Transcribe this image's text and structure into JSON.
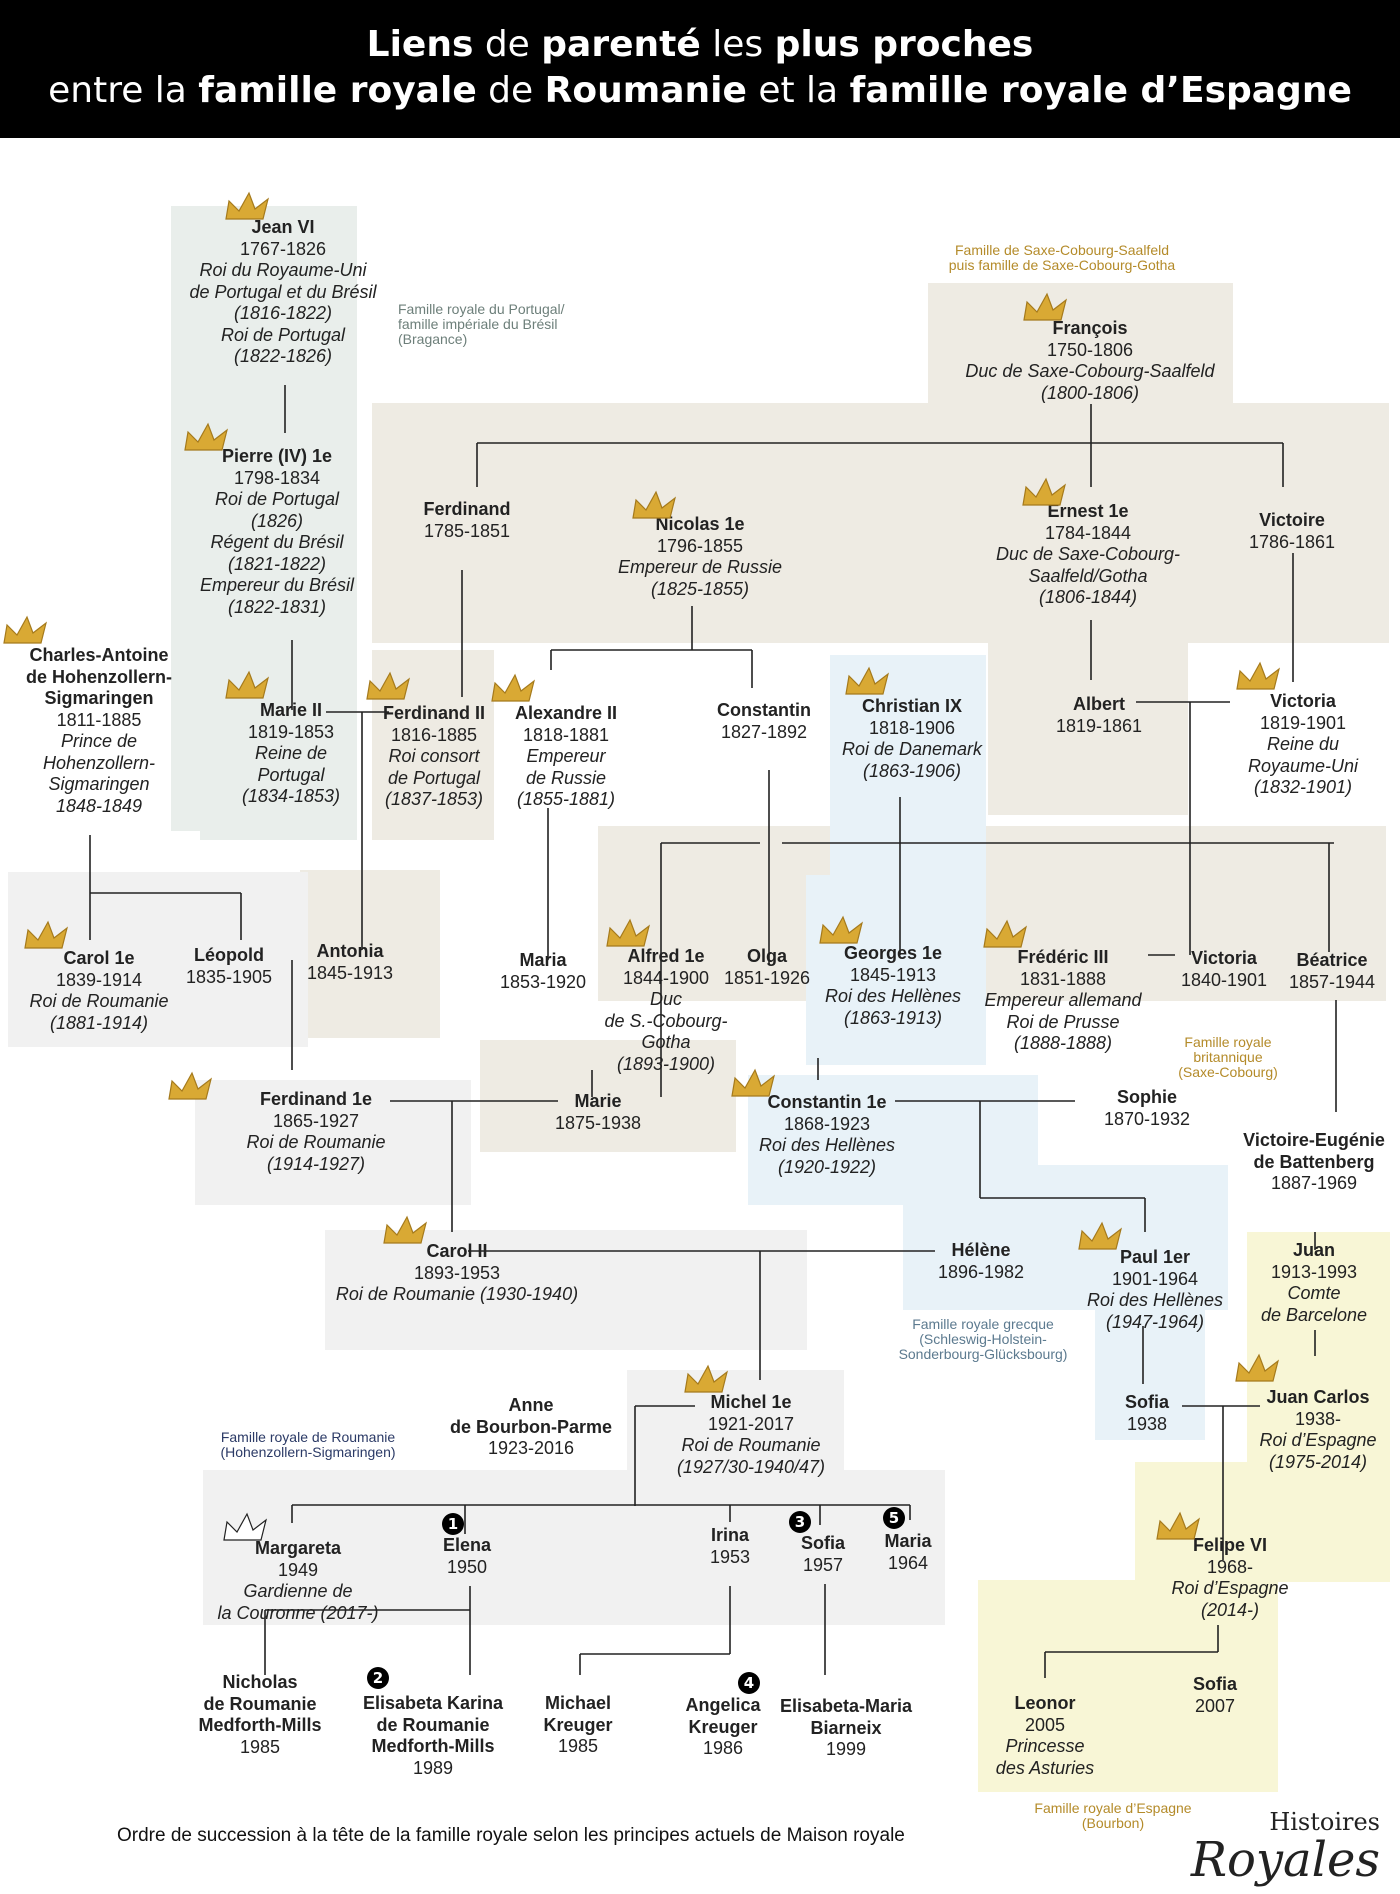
{
  "header": {
    "line1": [
      [
        "Liens",
        "b"
      ],
      [
        " de ",
        ""
      ],
      [
        "parenté",
        "b"
      ],
      [
        " les ",
        ""
      ],
      [
        "plus proches",
        "b"
      ]
    ],
    "line2": [
      [
        "entre la ",
        ""
      ],
      [
        "famille royale",
        "b"
      ],
      [
        " de ",
        ""
      ],
      [
        "Roumanie",
        "b"
      ],
      [
        " et la ",
        ""
      ],
      [
        "famille royale d’Espagne",
        "b"
      ]
    ]
  },
  "families": {
    "portugal": "Famille royale du Portugal/\nfamille impériale du Brésil\n(Bragance)",
    "saxe": "Famille de Saxe-Cobourg-Saalfeld\npuis famille de Saxe-Cobourg-Gotha",
    "britannique": "Famille royale\nbritannique\n(Saxe-Cobourg)",
    "grecque": "Famille royale grecque\n(Schleswig-Holstein-\nSonderbourg-Glücksbourg)",
    "roumanie": "Famille royale de Roumanie\n(Hohenzollern-Sigmaringen)",
    "espagne": "Famille royale d’Espagne\n(Bourbon)"
  },
  "people": {
    "jean6": {
      "name": [
        "Jean VI"
      ],
      "dates": "1767-1826",
      "titles": [
        "Roi du Royaume-Uni",
        "de Portugal et du Brésil",
        "(1816-1822)",
        "Roi de Portugal",
        "(1822-1826)"
      ],
      "crown": "gold"
    },
    "pierre": {
      "name": [
        "Pierre (IV) 1e"
      ],
      "dates": "1798-1834",
      "titles": [
        "Roi de Portugal",
        "(1826)",
        "Régent du Brésil",
        "(1821-1822)",
        "Empereur du Brésil",
        "(1822-1831)"
      ],
      "crown": "gold"
    },
    "charles": {
      "name": [
        "Charles-Antoine",
        "de Hohenzollern-",
        "Sigmaringen"
      ],
      "dates": "1811-1885",
      "titles": [
        "Prince de",
        "Hohenzollern-",
        "Sigmaringen",
        "1848-1849"
      ],
      "crown": "gold"
    },
    "marie2": {
      "name": [
        "Marie II"
      ],
      "dates": "1819-1853",
      "titles": [
        "Reine de",
        "Portugal",
        "(1834-1853)"
      ],
      "crown": "gold"
    },
    "ferdinand2": {
      "name": [
        "Ferdinand II"
      ],
      "dates": "1816-1885",
      "titles": [
        "Roi consort",
        "de Portugal",
        "(1837-1853)"
      ],
      "crown": "gold"
    },
    "francois": {
      "name": [
        "François"
      ],
      "dates": "1750-1806",
      "titles": [
        "Duc de Saxe-Cobourg-Saalfeld",
        "(1800-1806)"
      ],
      "crown": "gold"
    },
    "ferdinand": {
      "name": [
        "Ferdinand"
      ],
      "dates": "1785-1851",
      "titles": [],
      "crown": ""
    },
    "nicolas": {
      "name": [
        "Nicolas 1e"
      ],
      "dates": "1796-1855",
      "titles": [
        "Empereur de Russie",
        "(1825-1855)"
      ],
      "crown": "gold"
    },
    "ernest": {
      "name": [
        "Ernest 1e"
      ],
      "dates": "1784-1844",
      "titles": [
        "Duc de Saxe-Cobourg-",
        "Saalfeld/Gotha",
        "(1806-1844)"
      ],
      "crown": "gold"
    },
    "victoire": {
      "name": [
        "Victoire"
      ],
      "dates": "1786-1861",
      "titles": [],
      "crown": ""
    },
    "alexandre": {
      "name": [
        "Alexandre II"
      ],
      "dates": "1818-1881",
      "titles": [
        "Empereur",
        "de Russie",
        "(1855-1881)"
      ],
      "crown": "gold"
    },
    "constantin": {
      "name": [
        "Constantin"
      ],
      "dates": "1827-1892",
      "titles": [],
      "crown": ""
    },
    "christian": {
      "name": [
        "Christian IX"
      ],
      "dates": "1818-1906",
      "titles": [
        "Roi de Danemark",
        "(1863-1906)"
      ],
      "crown": "gold"
    },
    "albert": {
      "name": [
        "Albert"
      ],
      "dates": "1819-1861",
      "titles": [],
      "crown": ""
    },
    "victoria1": {
      "name": [
        "Victoria"
      ],
      "dates": "1819-1901",
      "titles": [
        "Reine du",
        "Royaume-Uni",
        "(1832-1901)"
      ],
      "crown": "gold"
    },
    "carol1": {
      "name": [
        "Carol 1e"
      ],
      "dates": "1839-1914",
      "titles": [
        "Roi de Roumanie",
        "(1881-1914)"
      ],
      "crown": "gold"
    },
    "leopold": {
      "name": [
        "Léopold"
      ],
      "dates": "1835-1905",
      "titles": [],
      "crown": ""
    },
    "antonia": {
      "name": [
        "Antonia"
      ],
      "dates": "1845-1913",
      "titles": [],
      "crown": ""
    },
    "maria": {
      "name": [
        "Maria"
      ],
      "dates": "1853-1920",
      "titles": [],
      "crown": ""
    },
    "alfred": {
      "name": [
        "Alfred 1e"
      ],
      "dates": "1844-1900",
      "titles": [
        "Duc",
        "de S.-Cobourg-",
        "Gotha",
        "(1893-1900)"
      ],
      "crown": "gold"
    },
    "olga": {
      "name": [
        "Olga"
      ],
      "dates": "1851-1926",
      "titles": [],
      "crown": ""
    },
    "georges": {
      "name": [
        "Georges 1e"
      ],
      "dates": "1845-1913",
      "titles": [
        "Roi des Hellènes",
        "(1863-1913)"
      ],
      "crown": "gold"
    },
    "frederic": {
      "name": [
        "Frédéric III"
      ],
      "dates": "1831-1888",
      "titles": [
        "Empereur allemand",
        "Roi de Prusse",
        "(1888-1888)"
      ],
      "crown": "gold"
    },
    "victoria2": {
      "name": [
        "Victoria"
      ],
      "dates": "1840-1901",
      "titles": [],
      "crown": ""
    },
    "beatrice": {
      "name": [
        "Béatrice"
      ],
      "dates": "1857-1944",
      "titles": [],
      "crown": ""
    },
    "ferdinand1": {
      "name": [
        "Ferdinand 1e"
      ],
      "dates": "1865-1927",
      "titles": [
        "Roi de Roumanie",
        "(1914-1927)"
      ],
      "crown": "gold"
    },
    "marie": {
      "name": [
        "Marie"
      ],
      "dates": "1875-1938",
      "titles": [],
      "crown": ""
    },
    "constantin1": {
      "name": [
        "Constantin 1e"
      ],
      "dates": "1868-1923",
      "titles": [
        "Roi des Hellènes",
        "(1920-1922)"
      ],
      "crown": "gold"
    },
    "sophie": {
      "name": [
        "Sophie"
      ],
      "dates": "1870-1932",
      "titles": [],
      "crown": ""
    },
    "victoireeugenie": {
      "name": [
        "Victoire-Eugénie",
        "de Battenberg"
      ],
      "dates": "1887-1969",
      "titles": [],
      "crown": ""
    },
    "carol2": {
      "name": [
        "Carol II"
      ],
      "dates": "1893-1953",
      "titles": [
        "Roi de Roumanie (1930-1940)"
      ],
      "crown": "gold"
    },
    "helene": {
      "name": [
        "Hélène"
      ],
      "dates": "1896-1982",
      "titles": [],
      "crown": ""
    },
    "paul": {
      "name": [
        "Paul 1er"
      ],
      "dates": "1901-1964",
      "titles": [
        "Roi des Hellènes",
        "(1947-1964)"
      ],
      "crown": "gold"
    },
    "juan": {
      "name": [
        "Juan"
      ],
      "dates": "1913-1993",
      "titles": [
        "Comte",
        "de Barcelone"
      ],
      "crown": ""
    },
    "anne": {
      "name": [
        "Anne",
        "de Bourbon-Parme"
      ],
      "dates": "1923-2016",
      "titles": [],
      "crown": ""
    },
    "michel": {
      "name": [
        "Michel 1e"
      ],
      "dates": "1921-2017",
      "titles": [
        "Roi de Roumanie",
        "(1927/30-1940/47)"
      ],
      "crown": "gold"
    },
    "sofia1": {
      "name": [
        "Sofia"
      ],
      "dates": "1938",
      "titles": [],
      "crown": ""
    },
    "juancarlos": {
      "name": [
        "Juan Carlos"
      ],
      "dates": "1938-",
      "titles": [
        "Roi d’Espagne",
        "(1975-2014)"
      ],
      "crown": "gold"
    },
    "margareta": {
      "name": [
        "Margareta"
      ],
      "dates": "1949",
      "titles": [
        "Gardienne de",
        "la Couronne (2017-)"
      ],
      "crown": "outline"
    },
    "elena": {
      "name": [
        "Elena"
      ],
      "dates": "1950",
      "titles": [],
      "crown": "",
      "badge": "1"
    },
    "irina": {
      "name": [
        "Irina"
      ],
      "dates": "1953",
      "titles": [],
      "crown": ""
    },
    "sofia2": {
      "name": [
        "Sofia"
      ],
      "dates": "1957",
      "titles": [],
      "crown": "",
      "badge": "3"
    },
    "maria2": {
      "name": [
        "Maria"
      ],
      "dates": "1964",
      "titles": [],
      "crown": "",
      "badge": "5"
    },
    "felipe": {
      "name": [
        "Felipe VI"
      ],
      "dates": "1968-",
      "titles": [
        "Roi d’Espagne",
        "(2014-)"
      ],
      "crown": "gold"
    },
    "nicholas": {
      "name": [
        "Nicholas",
        "de Roumanie",
        "Medforth-Mills"
      ],
      "dates": "1985",
      "titles": [],
      "crown": ""
    },
    "elisabeta": {
      "name": [
        "Elisabeta Karina",
        "de Roumanie",
        "Medforth-Mills"
      ],
      "dates": "1989",
      "titles": [],
      "crown": "",
      "badge": "2"
    },
    "michael": {
      "name": [
        "Michael",
        "Kreuger"
      ],
      "dates": "1985",
      "titles": [],
      "crown": ""
    },
    "angelica": {
      "name": [
        "Angelica",
        "Kreuger"
      ],
      "dates": "1986",
      "titles": [],
      "crown": ""
    },
    "elisabetamaria": {
      "name": [
        "Elisabeta-Maria",
        "Biarneix"
      ],
      "dates": "1999",
      "titles": [],
      "crown": "",
      "badge": "4"
    },
    "leonor": {
      "name": [
        "Leonor"
      ],
      "dates": "2005",
      "titles": [
        "Princesse",
        "des Asturies"
      ],
      "crown": ""
    },
    "sofia3": {
      "name": [
        "Sofia"
      ],
      "dates": "2007",
      "titles": [],
      "crown": ""
    }
  },
  "footer": "Ordre de succession à la tête de la famille royale selon les principes actuels de Maison royale",
  "logo": {
    "top": "Histoires",
    "bottom": "Royales"
  },
  "colors": {
    "crown": "#d9a934",
    "line": "#222222",
    "portugal": "#e9eeeb",
    "saxe": "#eeebe3",
    "roumanie": "#f1f1f1",
    "grece": "#e8f2f8",
    "espagne": "#f8f6d6"
  }
}
